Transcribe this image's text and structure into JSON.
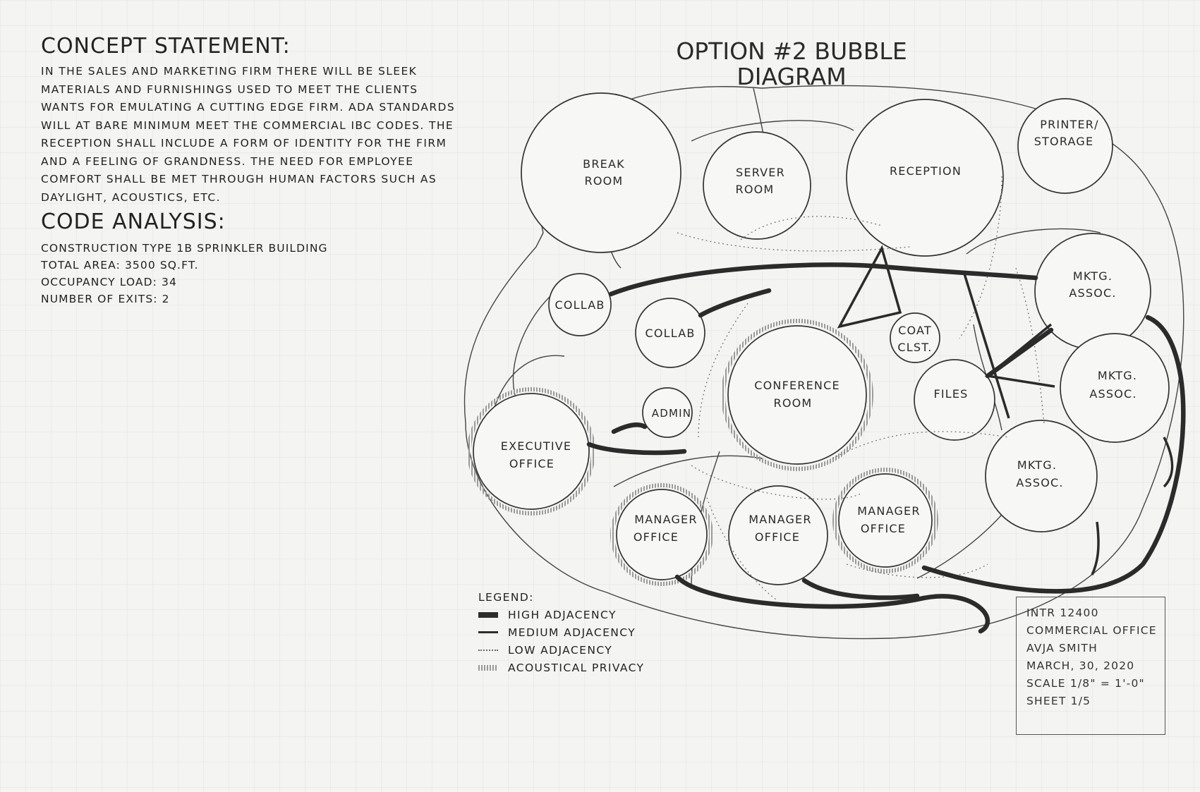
{
  "concept": {
    "heading": "CONCEPT STATEMENT:",
    "text": "IN THE SALES AND MARKETING FIRM THERE WILL BE SLEEK MATERIALS AND FURNISHINGS USED TO MEET THE CLIENTS WANTS FOR EMULATING A CUTTING EDGE FIRM. ADA STANDARDS WILL AT BARE MINIMUM MEET THE COMMERCIAL IBC CODES. THE RECEPTION SHALL INCLUDE A FORM OF IDENTITY FOR THE FIRM AND A FEELING OF GRANDNESS. THE NEED FOR EMPLOYEE COMFORT SHALL BE MET THROUGH HUMAN FACTORS SUCH AS DAYLIGHT, ACOUSTICS, ETC."
  },
  "code": {
    "heading": "CODE ANALYSIS:",
    "lines": [
      "CONSTRUCTION TYPE 1B SPRINKLER BUILDING",
      "TOTAL AREA: 3500 SQ.FT.",
      "OCCUPANCY LOAD: 34",
      "NUMBER OF EXITS: 2"
    ]
  },
  "diagram": {
    "title_line1": "OPTION #2 BUBBLE",
    "title_line2": "DIAGRAM",
    "rooms": [
      {
        "id": "break-room",
        "lines": [
          "BREAK",
          "ROOM"
        ]
      },
      {
        "id": "server-room",
        "lines": [
          "SERVER",
          "ROOM"
        ]
      },
      {
        "id": "reception",
        "lines": [
          "RECEPTION"
        ]
      },
      {
        "id": "printer-storage",
        "lines": [
          "PRINTER/",
          "STORAGE"
        ]
      },
      {
        "id": "collab-1",
        "lines": [
          "COLLAB"
        ]
      },
      {
        "id": "collab-2",
        "lines": [
          "COLLAB"
        ]
      },
      {
        "id": "mktg-assoc-1",
        "lines": [
          "MKTG.",
          "ASSOC."
        ]
      },
      {
        "id": "coat-closet",
        "lines": [
          "COAT",
          "CLST."
        ]
      },
      {
        "id": "conference-room",
        "lines": [
          "CONFERENCE",
          "ROOM"
        ]
      },
      {
        "id": "files",
        "lines": [
          "FILES"
        ]
      },
      {
        "id": "mktg-assoc-2",
        "lines": [
          "MKTG.",
          "ASSOC."
        ]
      },
      {
        "id": "admin",
        "lines": [
          "ADMIN"
        ]
      },
      {
        "id": "executive-office",
        "lines": [
          "EXECUTIVE",
          "OFFICE"
        ]
      },
      {
        "id": "mktg-assoc-3",
        "lines": [
          "MKTG.",
          "ASSOC."
        ]
      },
      {
        "id": "manager-office-1",
        "lines": [
          "MANAGER",
          "OFFICE"
        ]
      },
      {
        "id": "manager-office-2",
        "lines": [
          "MANAGER",
          "OFFICE"
        ]
      },
      {
        "id": "manager-office-3",
        "lines": [
          "MANAGER",
          "OFFICE"
        ]
      }
    ]
  },
  "legend": {
    "title": "LEGEND:",
    "items": [
      "HIGH ADJACENCY",
      "MEDIUM ADJACENCY",
      "LOW ADJACENCY",
      "ACOUSTICAL PRIVACY"
    ]
  },
  "titleblock": {
    "lines": [
      "INTR 12400",
      "COMMERCIAL OFFICE",
      "AVJA SMITH",
      "MARCH, 30, 2020",
      "SCALE 1/8\" = 1'-0\"",
      "SHEET 1/5"
    ]
  }
}
